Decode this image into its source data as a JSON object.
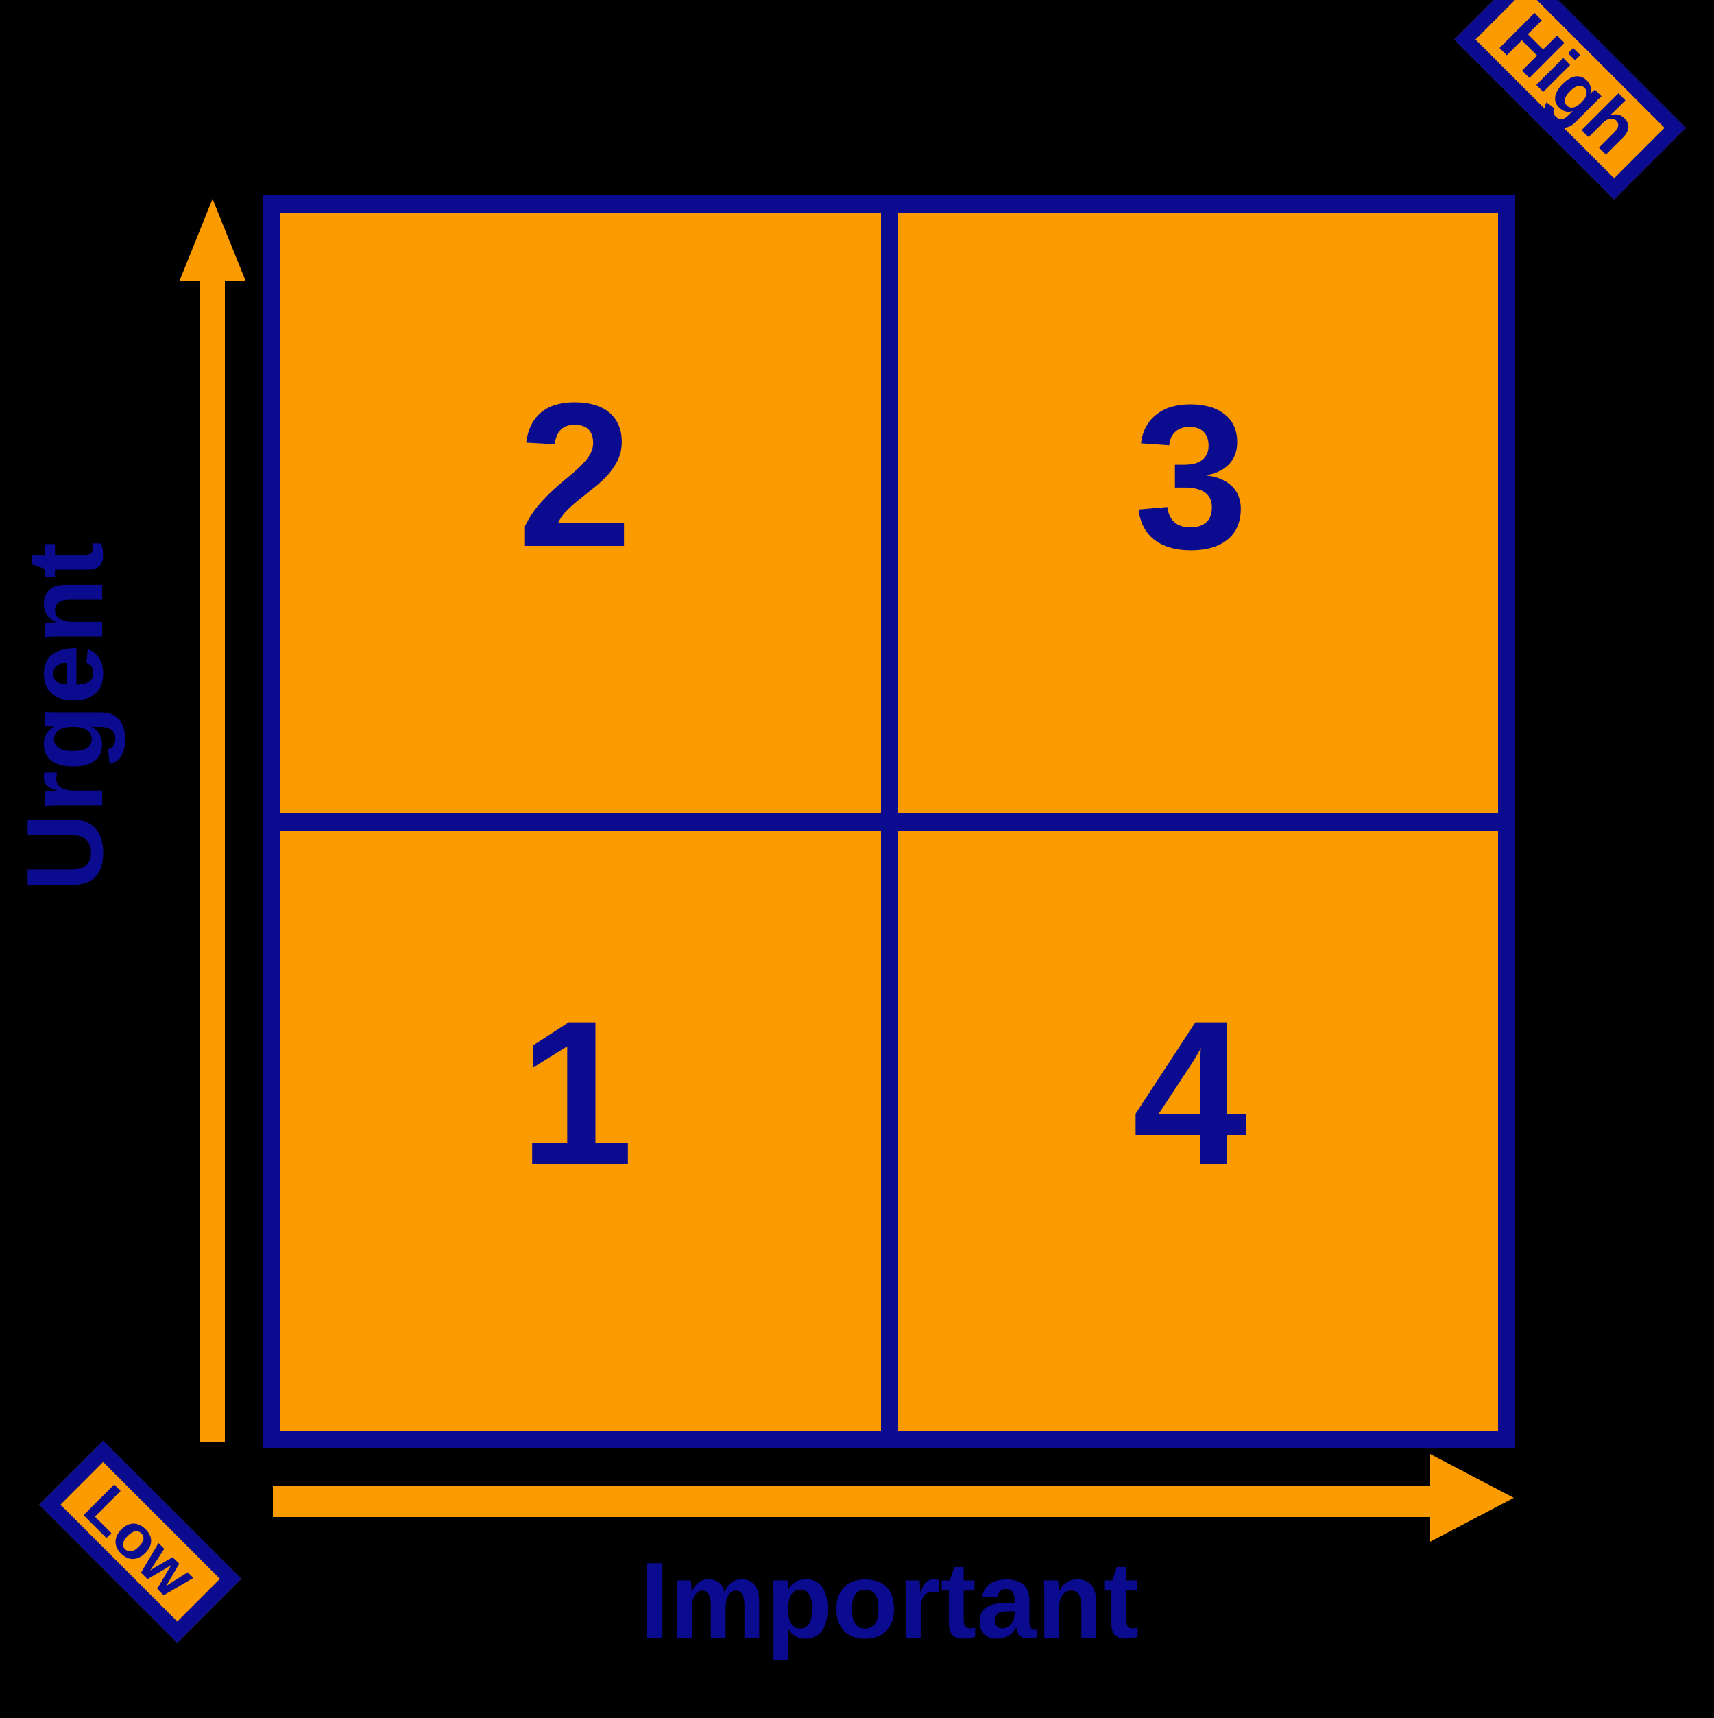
{
  "diagram": {
    "type": "2x2 priority matrix",
    "background_color": "#000000",
    "cell_fill_color": "#FB9B00",
    "line_color": "#0B0B8F",
    "arrow_color": "#FB9B00",
    "axes": {
      "y": {
        "title": "Urgent",
        "direction": "up",
        "low_label": "Low",
        "high_label": "High"
      },
      "x": {
        "title": "Important",
        "direction": "right",
        "low_label": "Low",
        "high_label": "High"
      }
    },
    "badges": {
      "low": "Low",
      "high": "High"
    },
    "quadrants": [
      {
        "id": "q2",
        "position": "top-left",
        "label": "2",
        "urgent": "high",
        "important": "low"
      },
      {
        "id": "q3",
        "position": "top-right",
        "label": "3",
        "urgent": "high",
        "important": "high"
      },
      {
        "id": "q1",
        "position": "bottom-left",
        "label": "1",
        "urgent": "low",
        "important": "low"
      },
      {
        "id": "q4",
        "position": "bottom-right",
        "label": "4",
        "urgent": "low",
        "important": "high"
      }
    ]
  }
}
